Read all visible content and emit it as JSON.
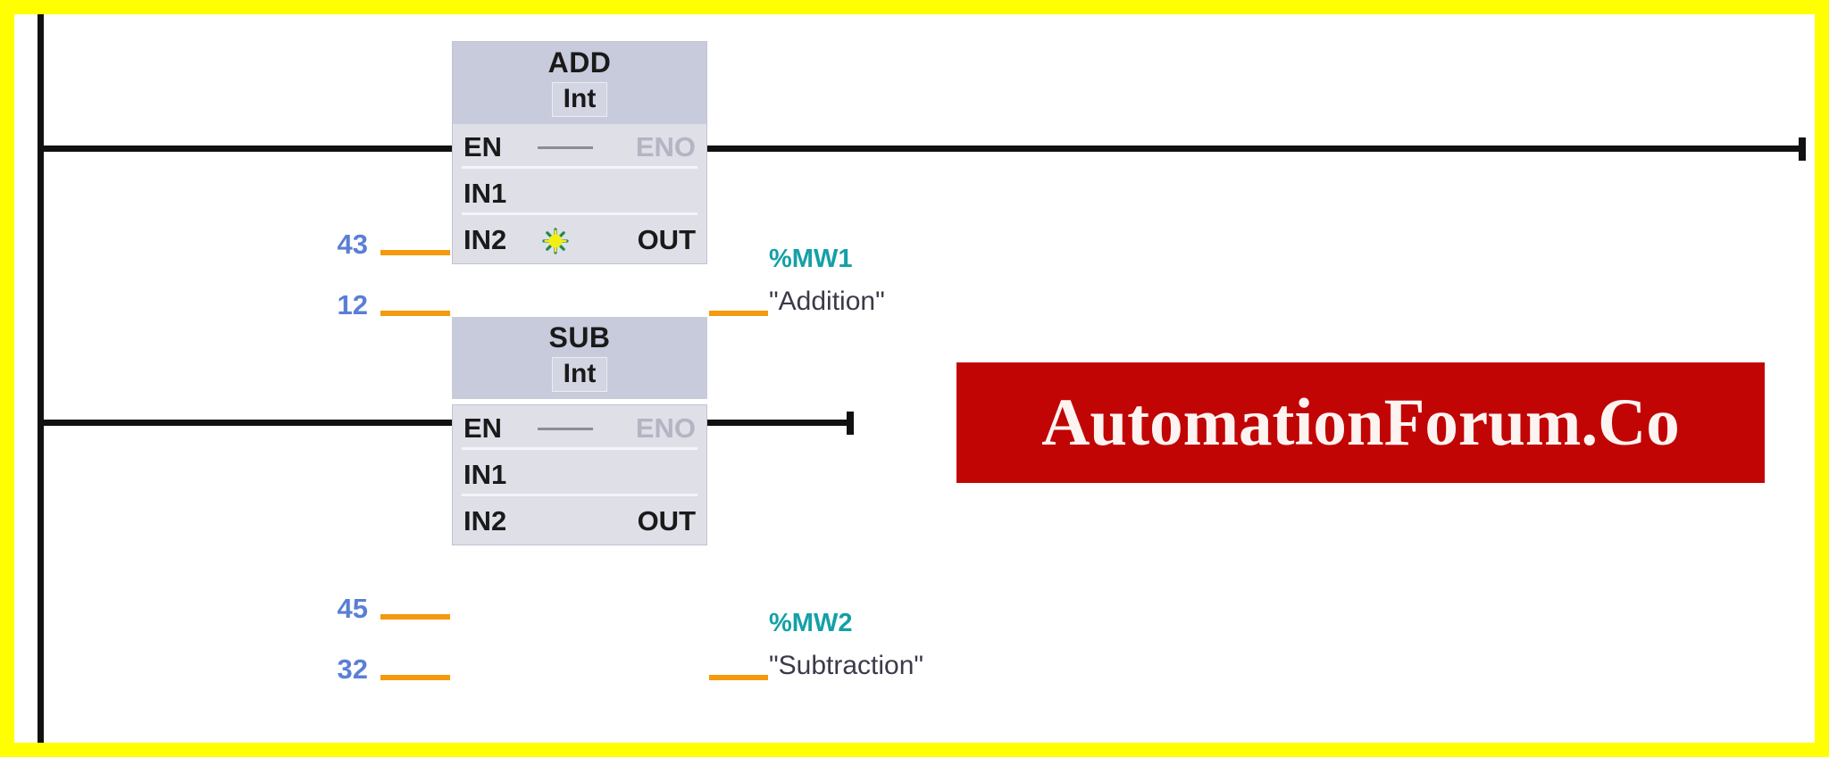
{
  "diagram": {
    "type": "plc-ladder-logic",
    "networks": [
      {
        "id": "network-add",
        "block": {
          "name": "ADD",
          "data_type": "Int",
          "enable_pin": "EN",
          "enable_out_pin": "ENO",
          "inputs": [
            {
              "pin": "IN1",
              "value": "43"
            },
            {
              "pin": "IN2",
              "value": "12"
            }
          ],
          "output": {
            "pin": "OUT",
            "address": "%MW1",
            "tag": "\"Addition\""
          },
          "has_expand_icon": true,
          "expand_icon": "asterisk-icon"
        }
      },
      {
        "id": "network-sub",
        "block": {
          "name": "SUB",
          "data_type": "Int",
          "enable_pin": "EN",
          "enable_out_pin": "ENO",
          "inputs": [
            {
              "pin": "IN1",
              "value": "45"
            },
            {
              "pin": "IN2",
              "value": "32"
            }
          ],
          "output": {
            "pin": "OUT",
            "address": "%MW2",
            "tag": "\"Subtraction\""
          },
          "has_expand_icon": false,
          "expand_icon": ""
        }
      }
    ]
  },
  "watermark": {
    "text": "AutomationForum.Co",
    "background_color": "#c10505",
    "text_color": "#fdf4f2"
  },
  "colors": {
    "border": "#ffff00",
    "rail": "#111111",
    "wire": "#111111",
    "operand_lead": "#f59a0c",
    "operand_value": "#5a7fd4",
    "tag_address": "#14a0a8",
    "block_header": "#c8cbdb",
    "block_body": "#dfdfe8",
    "eno_disabled": "#b4b4c3"
  }
}
